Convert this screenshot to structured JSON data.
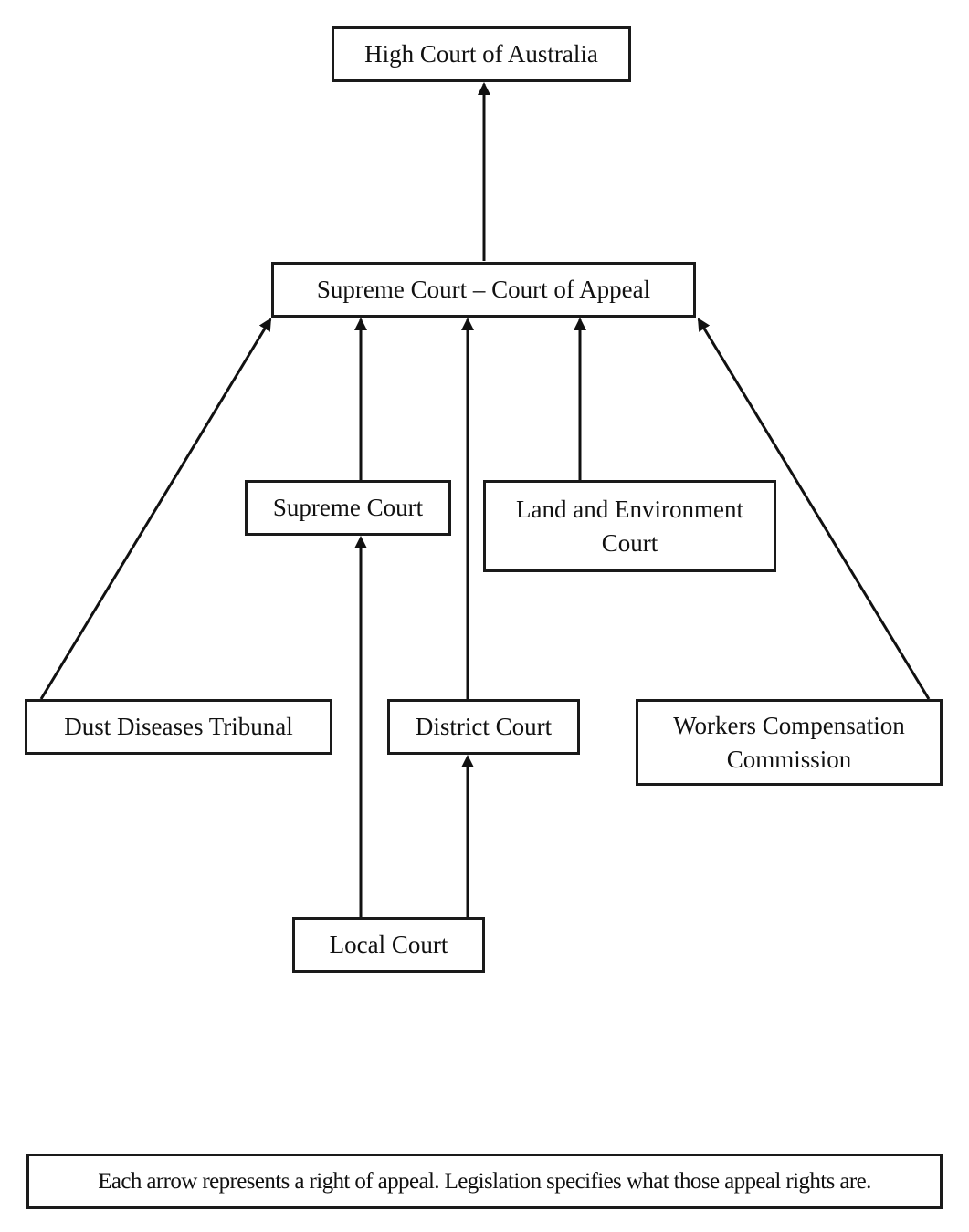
{
  "diagram": {
    "nodes": [
      {
        "id": "high-court",
        "label": "High Court of Australia"
      },
      {
        "id": "court-of-appeal",
        "label": "Supreme Court – Court of Appeal"
      },
      {
        "id": "supreme-court",
        "label": "Supreme Court"
      },
      {
        "id": "land-environment",
        "label": "Land and Environment\nCourt"
      },
      {
        "id": "dust-diseases",
        "label": "Dust Diseases Tribunal"
      },
      {
        "id": "district-court",
        "label": "District Court"
      },
      {
        "id": "workers-comp",
        "label": "Workers Compensation\nCommission"
      },
      {
        "id": "local-court",
        "label": "Local Court"
      }
    ],
    "edges": [
      {
        "from": "court-of-appeal",
        "to": "high-court"
      },
      {
        "from": "dust-diseases",
        "to": "court-of-appeal"
      },
      {
        "from": "supreme-court",
        "to": "court-of-appeal"
      },
      {
        "from": "district-court",
        "to": "court-of-appeal"
      },
      {
        "from": "land-environment",
        "to": "court-of-appeal"
      },
      {
        "from": "workers-comp",
        "to": "court-of-appeal"
      },
      {
        "from": "local-court",
        "to": "supreme-court"
      },
      {
        "from": "local-court",
        "to": "district-court"
      }
    ],
    "note": "Each arrow represents a right of appeal. Legislation specifies what those appeal rights are."
  }
}
